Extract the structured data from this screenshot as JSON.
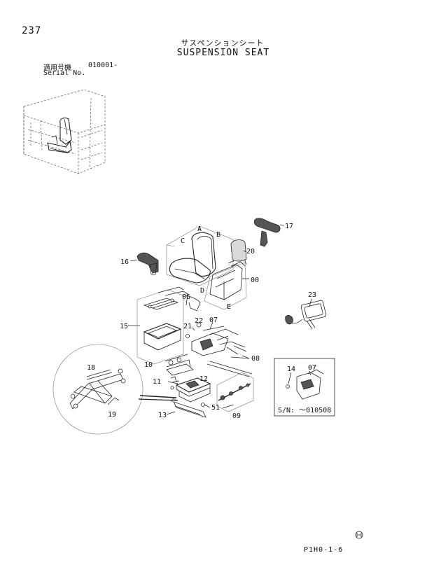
{
  "header": {
    "page_number": "237",
    "title_jp": "サスペンションシート",
    "title_en": "SUSPENSION SEAT",
    "serial_label_jp": "適用号機",
    "serial_value": "010001-",
    "serial_label_en": "Serial No."
  },
  "callouts": {
    "c17": "17",
    "c20": "20",
    "c00": "00",
    "c16": "16",
    "cA": "A",
    "cB": "B",
    "cC": "C",
    "cD": "D",
    "cE": "E",
    "c23": "23",
    "c06": "06",
    "c15": "15",
    "c21": "21",
    "c22": "22",
    "c07a": "07",
    "c08": "08",
    "c10": "10",
    "c12": "12",
    "c11": "11",
    "c51": "51",
    "c09": "09",
    "c13": "13",
    "c18": "18",
    "c19": "19",
    "c14": "14",
    "c07b": "07"
  },
  "inset_note": "S/N: ～010508",
  "footer": {
    "code": "P1H0-1-6"
  },
  "icons": {
    "corner_mark": "circled-h-mark-icon"
  }
}
